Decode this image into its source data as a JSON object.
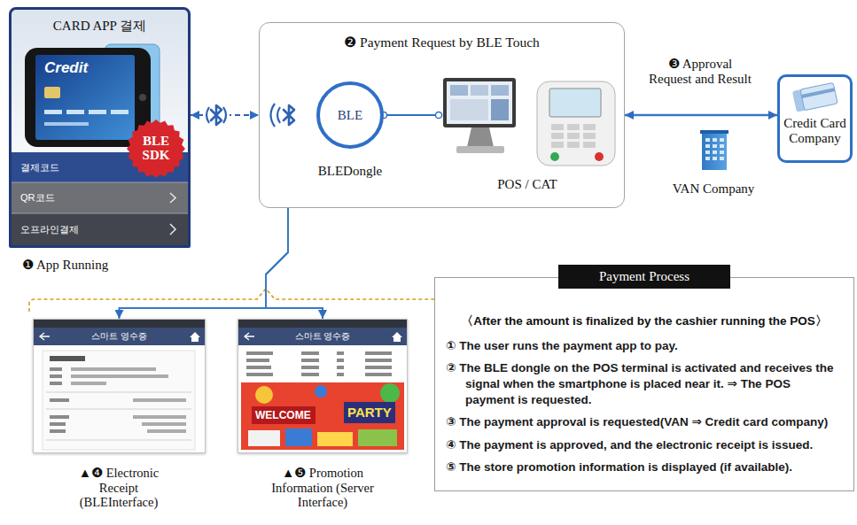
{
  "diagram": {
    "nodes": [
      {
        "text": [
          "CARD APP 결제",
          "❶ App Running"
        ]
      },
      {
        "text": [
          "결제코드"
        ],
        "in": 0
      },
      {
        "text": [
          "QR코드"
        ],
        "in": 0
      },
      {
        "text": [
          "오프라인결제"
        ],
        "in": 0
      },
      {
        "text": [
          "BLE SDK"
        ],
        "in": 0
      },
      {
        "text": [
          "❷ Payment Request by BLE Touch"
        ]
      },
      {
        "text": [
          "BLE",
          "BLEDongle"
        ],
        "in": 5
      },
      {
        "text": [
          "POS / CAT"
        ],
        "in": 5
      },
      {
        "text": [
          "Credit Card Company"
        ]
      },
      {
        "text": [
          "스마트 영수증",
          "▲❹ Electronic Receipt (BLEInterface)"
        ]
      },
      {
        "text": [
          "스마트 영수증",
          "▲❺ Promotion Information (Server Interface)"
        ]
      },
      {
        "text": [
          "Payment Process",
          "〈After the amount is finalized by the cashier running the POS〉",
          "① The user runs the payment app to pay.",
          "② The BLE dongle on the POS terminal is activated and receives the signal when the smartphone is placed near it. ⇒ The POS payment is requested.",
          "③ The payment approval is requested(VAN ⇒ Credit card company)",
          "④ The payment is approved, and the electronic receipt is issued.",
          "⑤ The store promotion information is displayed (if available)."
        ]
      }
    ],
    "edges": [
      {
        "from": 0,
        "to": 5,
        "arrow": "both"
      },
      {
        "from": 6,
        "to": 7,
        "arrow": "none"
      },
      {
        "from": 5,
        "to": 8,
        "label": "❸ Approval Request and Result",
        "arrow": "both"
      },
      {
        "from": 5,
        "to": 9,
        "arrow": "to"
      },
      {
        "from": 5,
        "to": 10,
        "arrow": "to"
      }
    ],
    "labels": [
      "VAN Company",
      "Credit",
      "WELCOME",
      "PARTY"
    ]
  }
}
